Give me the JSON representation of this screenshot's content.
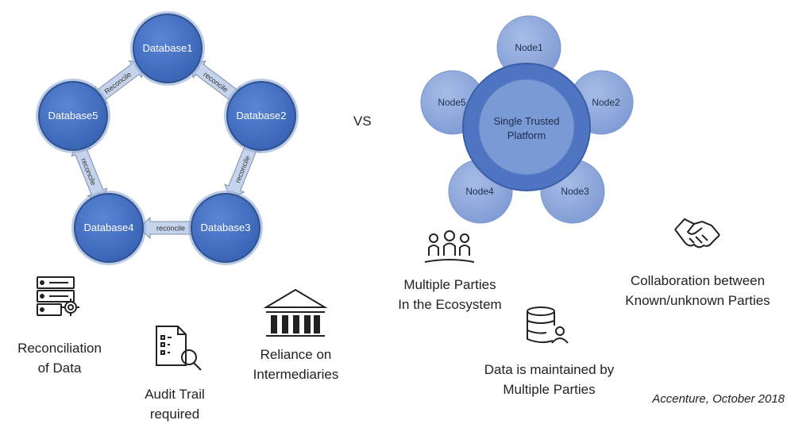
{
  "left_diagram": {
    "databases": [
      "Database1",
      "Database2",
      "Database3",
      "Database4",
      "Database5"
    ],
    "arrow_label": "reconcile",
    "arrow_label_alt": "Reconcile"
  },
  "vs_label": "VS",
  "right_diagram": {
    "center": [
      "Single Trusted",
      "Platform"
    ],
    "nodes": [
      "Node1",
      "Node2",
      "Node3",
      "Node4",
      "Node5"
    ]
  },
  "features_left": {
    "reconciliation": [
      "Reconciliation",
      "of Data"
    ],
    "audit": [
      "Audit Trail",
      "required"
    ],
    "intermediaries": [
      "Reliance on",
      "Intermediaries"
    ]
  },
  "features_right": {
    "parties": [
      "Multiple Parties",
      "In the Ecosystem"
    ],
    "maintained": [
      "Data is maintained by",
      "Multiple Parties"
    ],
    "collaboration": [
      "Collaboration between",
      "Known/unknown Parties"
    ]
  },
  "credit": "Accenture, October 2018",
  "icons": [
    "server-settings-icon",
    "audit-document-icon",
    "bank-building-icon",
    "people-group-icon",
    "database-user-icon",
    "handshake-icon"
  ],
  "colors": {
    "db_blue": "#4472c4",
    "db_edge": "#2f528f",
    "node_light": "#8faadc",
    "platform_ring": "#4f74c2",
    "arrow_fill": "#b4c7e7"
  }
}
